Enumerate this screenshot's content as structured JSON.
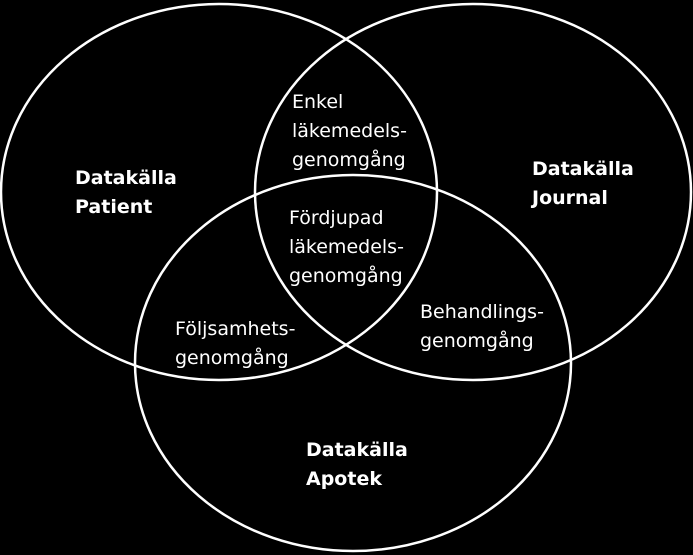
{
  "colors": {
    "background": "#000000",
    "stroke": "#ffffff",
    "text": "#ffffff"
  },
  "sets": {
    "patient": [
      "Datakälla",
      "Patient"
    ],
    "journal": [
      "Datakälla",
      "Journal"
    ],
    "apotek": [
      "Datakälla",
      "Apotek"
    ]
  },
  "intersections": {
    "patient_journal": [
      "Enkel",
      "läkemedels-",
      "genomgång"
    ],
    "all_three": [
      "Fördjupad",
      "läkemedels-",
      "genomgång"
    ],
    "patient_apotek": [
      "Följsamhets-",
      "genomgång"
    ],
    "journal_apotek": [
      "Behandlings-",
      "genomgång"
    ]
  }
}
